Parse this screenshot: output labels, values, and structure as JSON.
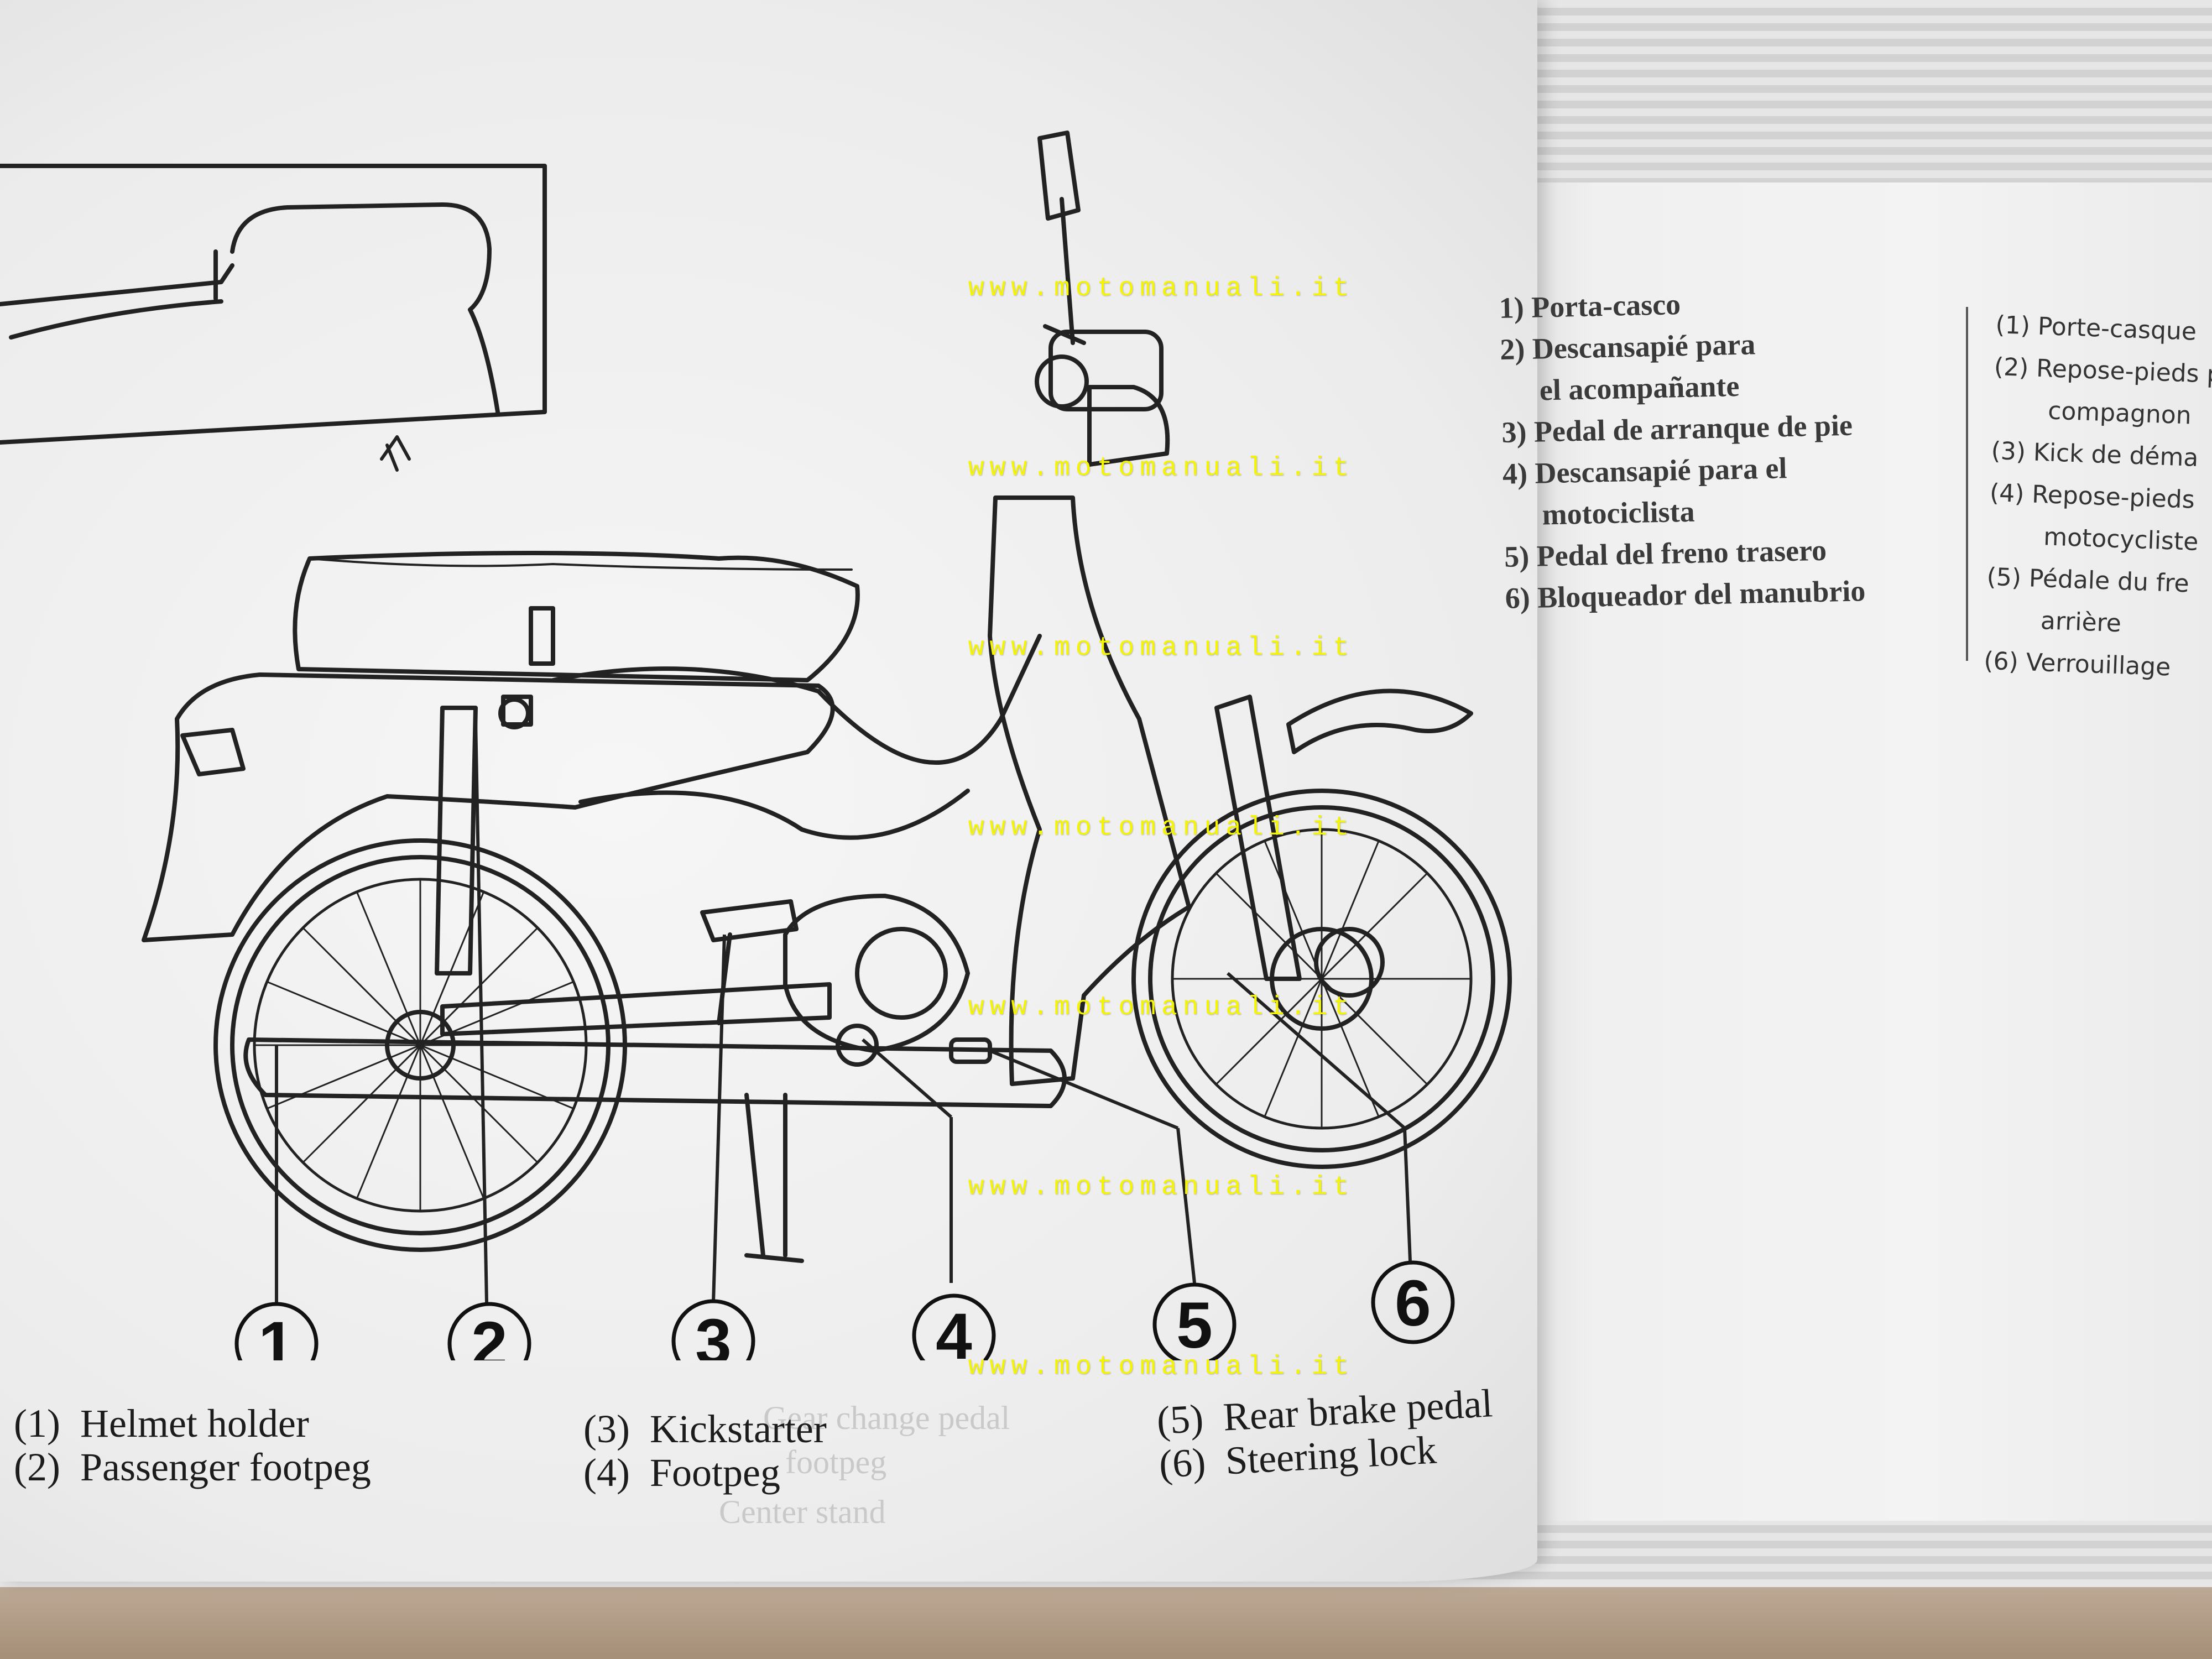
{
  "watermark": "www.motomanuali.it",
  "callout_numbers": [
    "1",
    "2",
    "3",
    "4",
    "5",
    "6"
  ],
  "labels_en": [
    {
      "num": "(1)",
      "text": "Helmet holder"
    },
    {
      "num": "(2)",
      "text": "Passenger footpeg"
    },
    {
      "num": "(3)",
      "text": "Kickstarter"
    },
    {
      "num": "(4)",
      "text": "Footpeg"
    },
    {
      "num": "(5)",
      "text": "Rear brake pedal"
    },
    {
      "num": "(6)",
      "text": "Steering lock"
    }
  ],
  "labels_es": [
    "1) Porta-casco",
    "2) Descansapié para",
    "el acompañante",
    "3) Pedal de arranque de pie",
    "4) Descansapié para el",
    "motociclista",
    "5) Pedal del freno trasero",
    "6) Bloqueador del manubrio"
  ],
  "labels_fr": [
    "(1) Porte-casque",
    "(2) Repose-pieds p",
    "compagnon",
    "(3) Kick de déma",
    "(4) Repose-pieds",
    "motocycliste",
    "(5) Pédale du fre",
    "arrière",
    "(6) Verrouillage"
  ],
  "bleed_through": {
    "gear_change": "Gear change pedal",
    "footpeg": "footpeg",
    "center_stand": "Center stand"
  }
}
